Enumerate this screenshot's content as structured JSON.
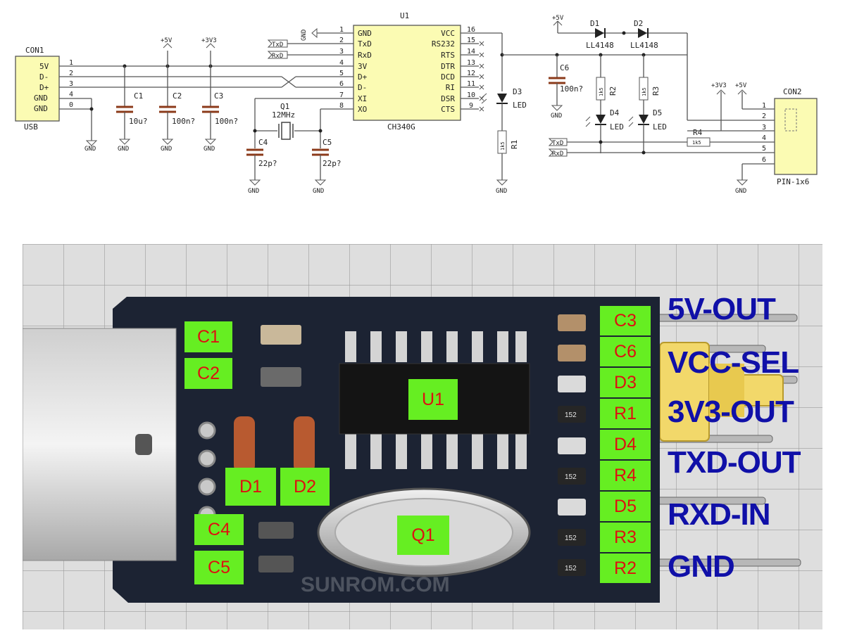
{
  "schematic": {
    "con1": {
      "ref": "CON1",
      "name": "USB",
      "pins": [
        {
          "num": "1",
          "name": "5V"
        },
        {
          "num": "2",
          "name": "D-"
        },
        {
          "num": "3",
          "name": "D+"
        },
        {
          "num": "4",
          "name": "GND"
        },
        {
          "num": "0",
          "name": "GND"
        }
      ]
    },
    "u1": {
      "ref": "U1",
      "name": "CH340G",
      "left_pins": [
        {
          "num": "1",
          "name": "GND"
        },
        {
          "num": "2",
          "name": "TxD"
        },
        {
          "num": "3",
          "name": "RxD"
        },
        {
          "num": "4",
          "name": "3V"
        },
        {
          "num": "5",
          "name": "D+"
        },
        {
          "num": "6",
          "name": "D-"
        },
        {
          "num": "7",
          "name": "XI"
        },
        {
          "num": "8",
          "name": "XO"
        }
      ],
      "right_pins": [
        {
          "num": "16",
          "name": "VCC"
        },
        {
          "num": "15",
          "name": "RS232"
        },
        {
          "num": "14",
          "name": "RTS"
        },
        {
          "num": "13",
          "name": "DTR"
        },
        {
          "num": "12",
          "name": "DCD"
        },
        {
          "num": "11",
          "name": "RI"
        },
        {
          "num": "10",
          "name": "DSR"
        },
        {
          "num": "9",
          "name": "CTS"
        }
      ]
    },
    "caps": [
      {
        "ref": "C1",
        "value": "10u?"
      },
      {
        "ref": "C2",
        "value": "100n?"
      },
      {
        "ref": "C3",
        "value": "100n?"
      },
      {
        "ref": "C4",
        "value": "22p?"
      },
      {
        "ref": "C5",
        "value": "22p?"
      },
      {
        "ref": "C6",
        "value": "100n?"
      }
    ],
    "crystal": {
      "ref": "Q1",
      "value": "12MHz"
    },
    "diodes": [
      {
        "ref": "D1",
        "value": "LL4148"
      },
      {
        "ref": "D2",
        "value": "LL4148"
      }
    ],
    "leds": [
      {
        "ref": "D3",
        "value": "LED"
      },
      {
        "ref": "D4",
        "value": "LED"
      },
      {
        "ref": "D5",
        "value": "LED"
      }
    ],
    "resistors": [
      {
        "ref": "R1",
        "value": "1k5"
      },
      {
        "ref": "R2",
        "value": "1k5"
      },
      {
        "ref": "R3",
        "value": "1k5"
      },
      {
        "ref": "R4",
        "value": "1k5"
      }
    ],
    "con2": {
      "ref": "CON2",
      "name": "PIN-1x6",
      "pins": [
        "1",
        "2",
        "3",
        "4",
        "5",
        "6"
      ]
    },
    "power": {
      "gnd": "GND",
      "p5v": "+5V",
      "p3v3": "+3V3"
    },
    "nets": {
      "txd": "TxD",
      "rxd": "RxD"
    }
  },
  "photo": {
    "component_labels": {
      "c1": "C1",
      "c2": "C2",
      "c4": "C4",
      "c5": "C5",
      "d1": "D1",
      "d2": "D2",
      "u1": "U1",
      "q1": "Q1",
      "c3": "C3",
      "c6": "C6",
      "d3": "D3",
      "r1": "R1",
      "d4": "D4",
      "r4": "R4",
      "d5": "D5",
      "r3": "R3",
      "r2": "R2"
    },
    "pin_labels": [
      "5V-OUT",
      "VCC-SEL",
      "3V3-OUT",
      "TXD-OUT",
      "RXD-IN",
      "GND"
    ],
    "smd_codes": [
      "152",
      "152",
      "152",
      "152"
    ],
    "watermark": "SUNROM.COM",
    "colors": {
      "label_bg": "#66ee22",
      "label_text": "#dd1111",
      "pin_text": "#1010a8",
      "pcb": "#1c2333",
      "jumper": "#f2d86a"
    }
  }
}
